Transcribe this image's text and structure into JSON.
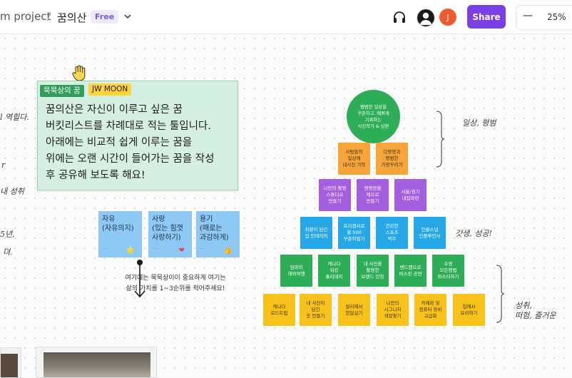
{
  "header": {
    "project_crumb": "m project",
    "separator": "/",
    "board_title": "꿈의산",
    "plan_badge": "Free",
    "share_label": "Share",
    "avatar_initial": "J",
    "zoom": "25%",
    "zoom_out_symbol": "—"
  },
  "colors": {
    "share": "#7b3fe4",
    "green_note": "#d5efe0",
    "blue_note": "#8ec9f5",
    "orange": "#f7a53b",
    "purple": "#a45ee0",
    "blue": "#26a7e8",
    "green": "#2dad55",
    "yellow": "#f9c21b"
  },
  "main_note": {
    "tag": "묵묵상의 꿈",
    "cursor_name": "JW MOON",
    "lines": [
      "꿈의산은 자신이 이루고 싶은 꿈",
      "버킷리스트를 차례대로 적는 툴입니다.",
      "아래에는 비교적 쉽게 이루는 꿈을",
      "위에는 오랜 시간이 들어가는 꿈을 작성",
      "후 공유해 보도록 해요!"
    ]
  },
  "values": [
    {
      "lines": [
        "자유",
        "(자유의지)"
      ],
      "emoji": "⭐"
    },
    {
      "lines": [
        "사랑",
        "(있는 힘껏",
        "사랑하기)"
      ],
      "emoji": "❤"
    },
    {
      "lines": [
        "용기",
        "(때로는",
        "과감하게)"
      ],
      "emoji": "👍"
    }
  ],
  "caption": [
    "여기에는 묵묵상이이 중요하게 여기는",
    "삶의 가치를 1~3순위를 적어주세요!"
  ],
  "pyramid": {
    "top": [
      "평범한 일상을",
      "꾸준하고, 예쁘게",
      "기록하는",
      "사진작가 & 남편"
    ],
    "row1": [
      [
        "사람들의",
        "일상에",
        "내사진 가득"
      ],
      [
        "다붕붕과",
        "평범한",
        "가정꾸리기"
      ]
    ],
    "row2": [
      [
        "나만의 촬영",
        "스튜디오",
        "만들기"
      ],
      [
        "찡찡장을",
        "책으로",
        "만들기"
      ],
      [
        "서울/경기",
        "내집마련"
      ]
    ],
    "row3": [
      [
        "취향이 담긴",
        "집 인테리어"
      ],
      [
        "프리랜서로",
        "월 500",
        "꾸준히벌기"
      ],
      [
        "건강한",
        "스포츠",
        "먹주"
      ],
      [
        "인물스냅",
        "인플루언서"
      ]
    ],
    "row4": [
      [
        "엄마의",
        "해외여행"
      ],
      [
        "캐나다",
        "워킹",
        "홀리데이"
      ],
      [
        "내 사진을",
        "활용한",
        "브랜드 런칭"
      ],
      [
        "밴드했으로",
        "버스킹 공연"
      ],
      [
        "수영",
        "모든영법",
        "마스터하기"
      ]
    ],
    "row5": [
      [
        "캐나다",
        "로드트립"
      ],
      [
        "내 사진이",
        "담긴",
        "옷 만들기"
      ],
      [
        "발리에서",
        "한달살기"
      ],
      [
        "나만의",
        "시그니처",
        "색감찾기"
      ],
      [
        "카메라 및",
        "컴퓨터 장비",
        "고급화"
      ],
      [
        "집에서",
        "요리하기"
      ]
    ]
  },
  "handwriting": {
    "right_top": "일상, 평범",
    "right_mid": "갓생, 성공!",
    "right_bottom": [
      "성취,",
      "떠험, 즐거운"
    ],
    "left_fragments": [
      "l 역힐다.",
      "r",
      "내 성취",
      "5년,",
      "뎌."
    ]
  }
}
